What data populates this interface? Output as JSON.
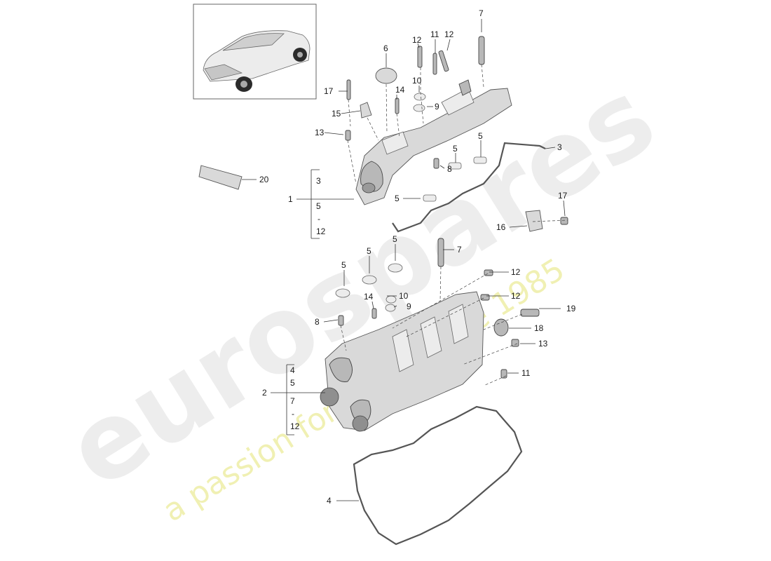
{
  "watermark": {
    "brand": "eurospares",
    "tagline": "a passion for parts since 1985"
  },
  "callouts": {
    "c1": "1",
    "c1_r3": "3",
    "c1_r5": "5",
    "c1_rdash": "-",
    "c1_r12": "12",
    "c2": "2",
    "c2_r4": "4",
    "c2_r5": "5",
    "c2_r7": "7",
    "c2_rdash": "-",
    "c2_r12": "12",
    "c3": "3",
    "c4": "4",
    "c5a": "5",
    "c5b": "5",
    "c5c": "5",
    "c5d": "5",
    "c5e": "5",
    "c5f": "5",
    "c6": "6",
    "c7a": "7",
    "c7b": "7",
    "c8a": "8",
    "c8b": "8",
    "c9a": "9",
    "c9b": "9",
    "c10a": "10",
    "c10b": "10",
    "c11a": "11",
    "c11b": "11",
    "c12a": "12",
    "c12b": "12",
    "c12c": "12",
    "c12d": "12",
    "c13a": "13",
    "c13b": "13",
    "c14a": "14",
    "c14b": "14",
    "c15": "15",
    "c16": "16",
    "c17a": "17",
    "c17b": "17",
    "c18": "18",
    "c19": "19",
    "c20": "20"
  }
}
